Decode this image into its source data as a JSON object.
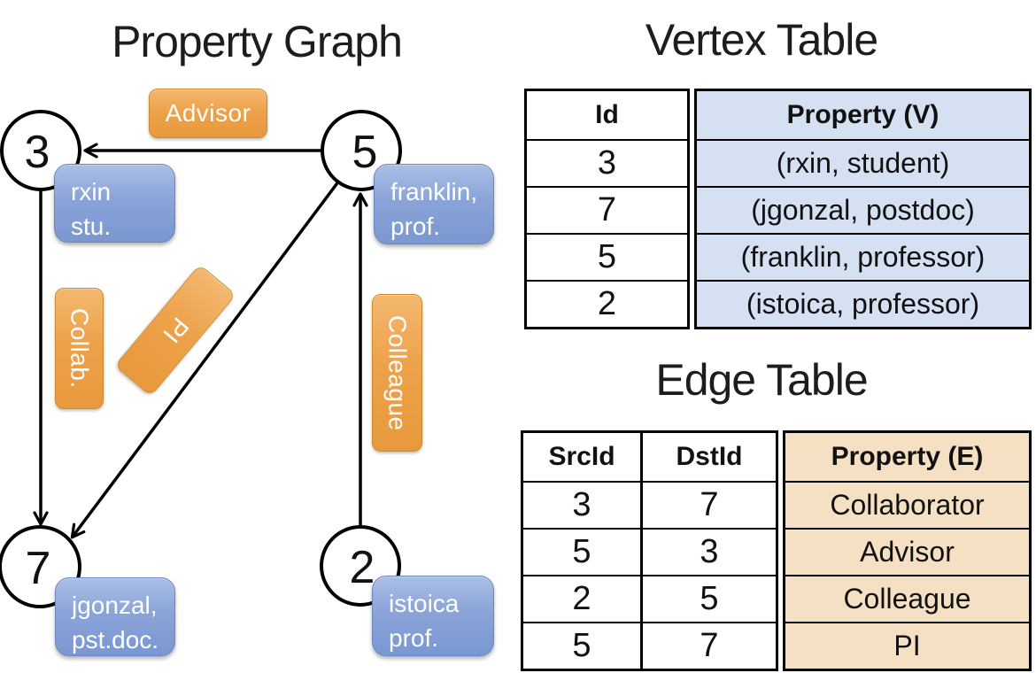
{
  "left_panel": {
    "title": "Property Graph",
    "nodes": [
      {
        "id": "3",
        "property_lines": [
          "rxin",
          "stu."
        ]
      },
      {
        "id": "5",
        "property_lines": [
          "franklin,",
          "prof."
        ]
      },
      {
        "id": "7",
        "property_lines": [
          "jgonzal,",
          "pst.doc."
        ]
      },
      {
        "id": "2",
        "property_lines": [
          "istoica",
          "prof."
        ]
      }
    ],
    "edge_labels": {
      "advisor": "Advisor",
      "collab": "Collab.",
      "pi": "PI",
      "colleague": "Colleague"
    }
  },
  "vertex_table": {
    "title": "Vertex Table",
    "columns": {
      "id": "Id",
      "property": "Property (V)"
    },
    "rows": [
      {
        "id": "3",
        "property": "(rxin, student)"
      },
      {
        "id": "7",
        "property": "(jgonzal, postdoc)"
      },
      {
        "id": "5",
        "property": "(franklin, professor)"
      },
      {
        "id": "2",
        "property": "(istoica, professor)"
      }
    ]
  },
  "edge_table": {
    "title": "Edge Table",
    "columns": {
      "src": "SrcId",
      "dst": "DstId",
      "property": "Property (E)"
    },
    "rows": [
      {
        "src": "3",
        "dst": "7",
        "property": "Collaborator"
      },
      {
        "src": "5",
        "dst": "3",
        "property": "Advisor"
      },
      {
        "src": "2",
        "dst": "5",
        "property": "Colleague"
      },
      {
        "src": "5",
        "dst": "7",
        "property": "PI"
      }
    ]
  },
  "colors": {
    "edge_label_fill_top": "#f4b870",
    "edge_label_fill_bottom": "#e8993c",
    "edge_label_border": "#cf8a2c",
    "vertex_box_fill_top": "#abbfe5",
    "vertex_box_fill_bottom": "#7b97d1",
    "vertex_box_border": "#6b87c0",
    "vertex_table_cell_fill": "#d5e0f3",
    "edge_table_cell_fill": "#f6e0c4",
    "table_border": "#000000",
    "graph_line": "#000000",
    "label_text": "#ffffff"
  }
}
